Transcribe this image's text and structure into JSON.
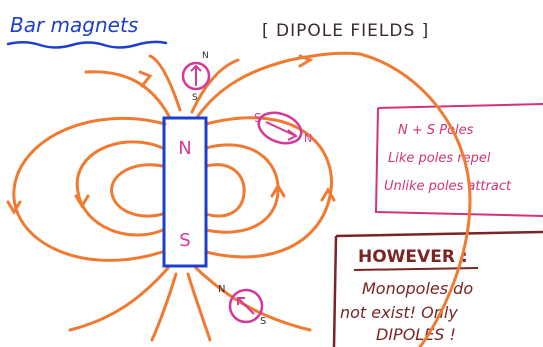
{
  "title": "Bar magnets",
  "bracket_heading": "[ DIPOLE FIELDS ]",
  "magnet": {
    "north_label": "N",
    "south_label": "S"
  },
  "compasses": [
    {
      "north_label": "N",
      "south_label": "S"
    },
    {
      "north_label": "N",
      "south_label": "S"
    },
    {
      "north_label": "N",
      "south_label": "S"
    }
  ],
  "facts": {
    "line1": "N + S Poles",
    "line2": "Like poles repel",
    "line3": "Unlike poles attract"
  },
  "however": {
    "heading": "HOWEVER :",
    "line1": "Monopoles do",
    "line2": "not exist! Only",
    "line3": "DIPOLES !"
  },
  "colors": {
    "title": "#1d3fcf",
    "magnet": "#1d3fcf",
    "field_lines": "#f07a32",
    "compass": "#d23a9a",
    "facts": "#d2337a",
    "however": "#7a2424",
    "ink": "#3a2a2a"
  }
}
